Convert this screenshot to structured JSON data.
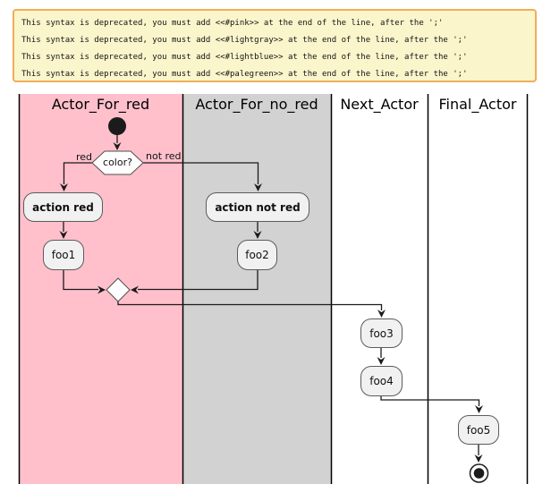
{
  "warning_box": {
    "messages": [
      "This syntax is deprecated, you must add <<#pink>> at the end of the line, after the ';'",
      "This syntax is deprecated, you must add <<#lightgray>> at the end of the line, after the ';'",
      "This syntax is deprecated, you must add <<#lightblue>> at the end of the line, after the ';'",
      "This syntax is deprecated, you must add <<#palegreen>> at the end of the line, after the ';'"
    ]
  },
  "diagram": {
    "lanes": [
      {
        "label": "Actor_For_red",
        "color": "#FFC0CB"
      },
      {
        "label": "Actor_For_no_red",
        "color": "#D2D2D2"
      },
      {
        "label": "Next_Actor",
        "color": "#FFFFFF"
      },
      {
        "label": "Final_Actor",
        "color": "#FFFFFF"
      }
    ],
    "decision": {
      "label": "color?",
      "left_branch": "red",
      "right_branch": "not red"
    },
    "nodes": {
      "action_red": "action red",
      "action_not_red": "action not red",
      "foo1": "foo1",
      "foo2": "foo2",
      "foo3": "foo3",
      "foo4": "foo4",
      "foo5": "foo5"
    },
    "colors": {
      "node_fill": "#F1F1F1",
      "node_border": "#5B5B5B",
      "line": "#1B1B1B",
      "lane_border": "#000000",
      "warning_bg": "#FBF5CC",
      "warning_border": "#EFAE5A"
    }
  }
}
